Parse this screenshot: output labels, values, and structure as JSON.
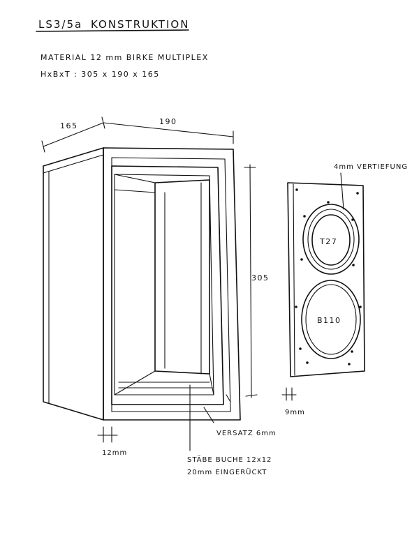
{
  "title": {
    "model": "LS3/5a",
    "heading": "KONSTRUKTION"
  },
  "specs": {
    "material": "MATERIAL  12 mm  BIRKE  MULTIPLEX",
    "dimensions": "HxBxT  :  305 x 190 x 165"
  },
  "dimensions": {
    "depth": "165",
    "width": "190",
    "height": "305",
    "wall": "12mm",
    "baffle": "9mm"
  },
  "annotations": {
    "recess": "4mm VERTIEFUNG",
    "offset": "VERSATZ 6mm",
    "battens_line1": "STÄBE BUCHE  12x12",
    "battens_line2": "20mm  EINGERÜCKT"
  },
  "drivers": {
    "tweeter": "T27",
    "woofer": "B110"
  }
}
